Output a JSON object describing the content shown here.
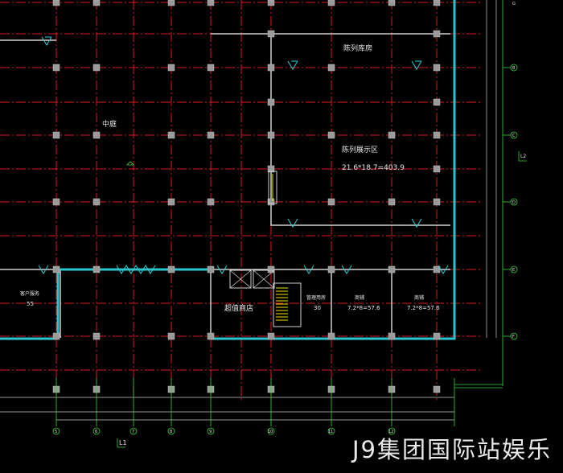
{
  "rooms": {
    "courtyard": "中庭",
    "display_room": "陈列库房",
    "exhibition": "陈列展示区",
    "exhibition_area": "21.6*18.7=403.9",
    "room_left_name": "客户服务",
    "room_left_area": "55",
    "room_mid_name": "超值商店",
    "room_office_name": "管理用房",
    "room_office_area": "30",
    "room_a_name": "商铺",
    "room_a_area": "7.2*8=57.6",
    "room_b_name": "商铺",
    "room_b_area": "7.2*8=57.6"
  },
  "grid_labels": {
    "bottom_axis": [
      "5",
      "6",
      "7",
      "8",
      "9",
      "10",
      "11",
      "12"
    ],
    "right_axis": [
      "B",
      "C",
      "D",
      "E",
      "F",
      "G"
    ],
    "corner_label_bottom": "L1",
    "corner_label_right": "L2"
  },
  "watermark": "J9集团国际站娱乐",
  "colors": {
    "background": "#000000",
    "grid": "#d81a24",
    "walls": "#29c6cf",
    "dimensions": "#3bd13b"
  }
}
